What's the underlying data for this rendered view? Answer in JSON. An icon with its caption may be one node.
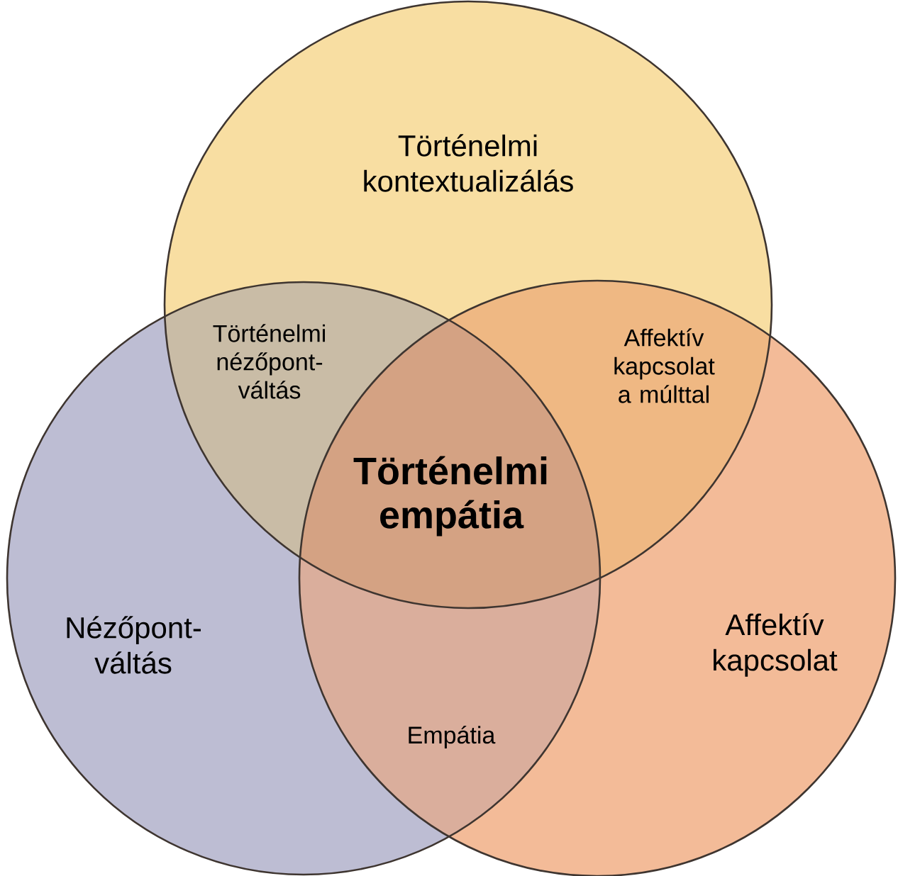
{
  "diagram": {
    "nodes": [
      {
        "text": [
          "Történelmi kontextualizálás"
        ]
      },
      {
        "text": [
          "Nézőpont-váltás"
        ]
      },
      {
        "text": [
          "Affektív kapcsolat"
        ]
      }
    ],
    "labels": [
      "Történelmi nézőpont-váltás",
      "Affektív kapcsolat a múlttal",
      "Történelmi empátia",
      "Empátia"
    ]
  }
}
